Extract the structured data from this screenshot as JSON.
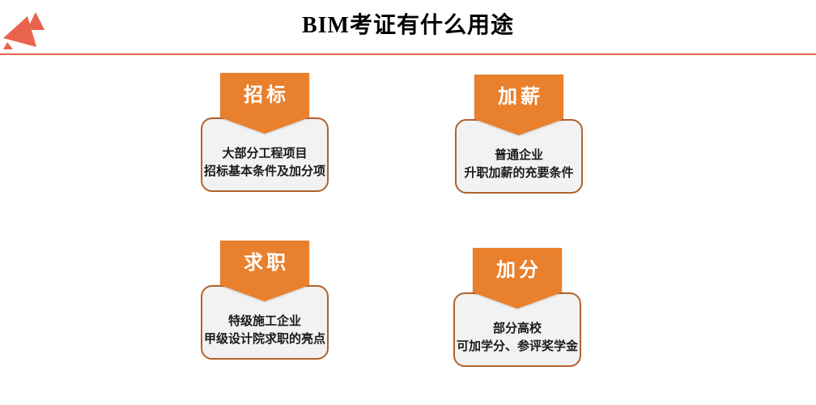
{
  "header": {
    "title": "BIM考证有什么用途"
  },
  "cards": [
    {
      "title": "招标",
      "line1": "大部分工程项目",
      "line2": "招标基本条件及加分项"
    },
    {
      "title": "加薪",
      "line1": "普通企业",
      "line2": "升职加薪的充要条件"
    },
    {
      "title": "求职",
      "line1": "特级施工企业",
      "line2": "甲级设计院求职的亮点"
    },
    {
      "title": "加分",
      "line1": "部分高校",
      "line2": "可加学分、参评奖学金"
    }
  ],
  "colors": {
    "banner_orange": "#e8802e",
    "card_border": "#b2622d",
    "card_bg": "#f2f2f2",
    "card_text": "#1a1a1a",
    "accent_coral": "#e9634f",
    "divider_color": "#e0654f"
  }
}
